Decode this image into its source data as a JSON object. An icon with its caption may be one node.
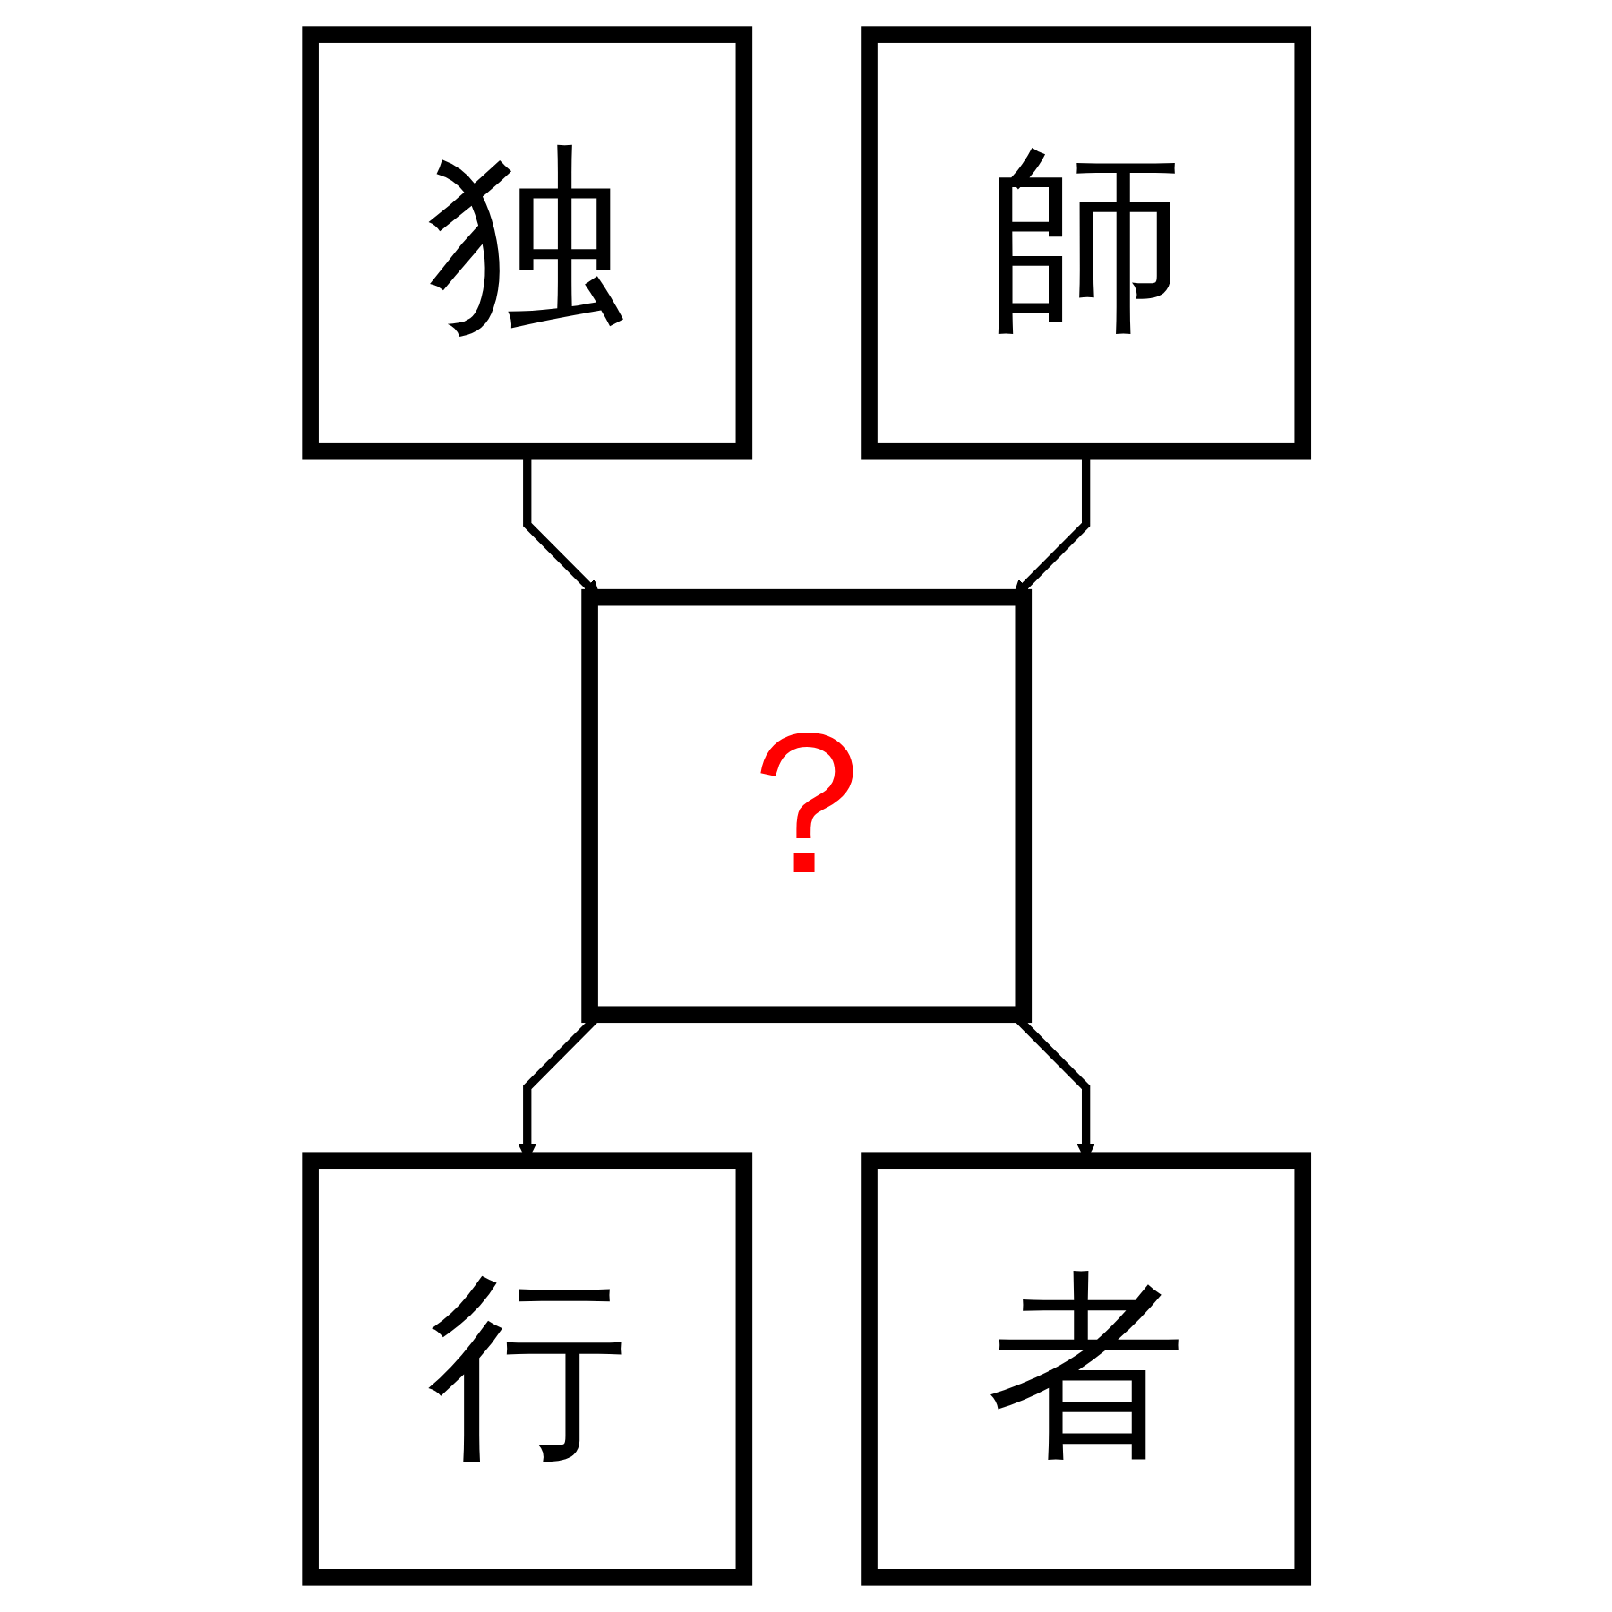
{
  "diagram": {
    "nodes": [
      {
        "text": [
          "独"
        ]
      },
      {
        "text": [
          "師"
        ]
      },
      {
        "text": [
          "？"
        ]
      },
      {
        "text": [
          "行"
        ]
      },
      {
        "text": [
          "者"
        ]
      }
    ],
    "edges": [
      {
        "from": 0,
        "to": 2,
        "arrow": "to"
      },
      {
        "from": 1,
        "to": 2,
        "arrow": "to"
      },
      {
        "from": 2,
        "to": 3,
        "arrow": "to"
      },
      {
        "from": 2,
        "to": 4,
        "arrow": "to"
      }
    ]
  }
}
